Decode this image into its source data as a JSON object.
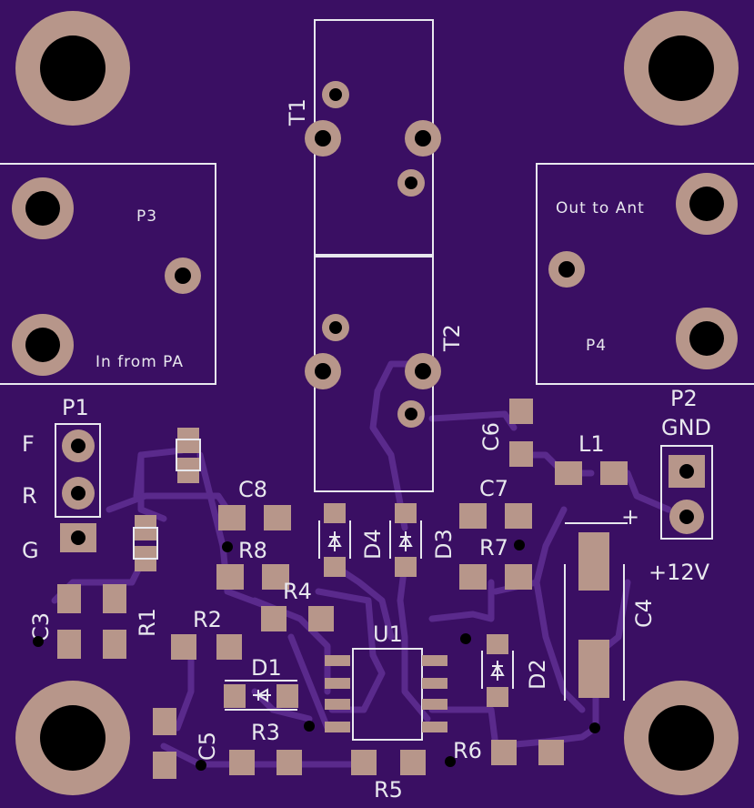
{
  "colors": {
    "board": "#3a0f63",
    "trace": "#5a2a8c",
    "copper": "#b7968a",
    "silkscreen": "#e8e8ee",
    "drill": "#000000"
  },
  "labels": {
    "t1": "T1",
    "t2": "T2",
    "p1": "P1",
    "p2": "P2",
    "p3": "P3",
    "p4": "P4",
    "p3_desc": "In from PA",
    "p4_desc": "Out to Ant",
    "pin_f": "F",
    "pin_r": "R",
    "pin_g": "G",
    "gnd": "GND",
    "plus_sign": "+",
    "plus12v": "+12V",
    "c3": "C3",
    "c4": "C4",
    "c5": "C5",
    "c6": "C6",
    "c7": "C7",
    "c8": "C8",
    "r1": "R1",
    "r2": "R2",
    "r3": "R3",
    "r4": "R4",
    "r5": "R5",
    "r6": "R6",
    "r7": "R7",
    "r8": "R8",
    "d1": "D1",
    "d2": "D2",
    "d3": "D3",
    "d4": "D4",
    "u1": "U1",
    "l1": "L1"
  }
}
